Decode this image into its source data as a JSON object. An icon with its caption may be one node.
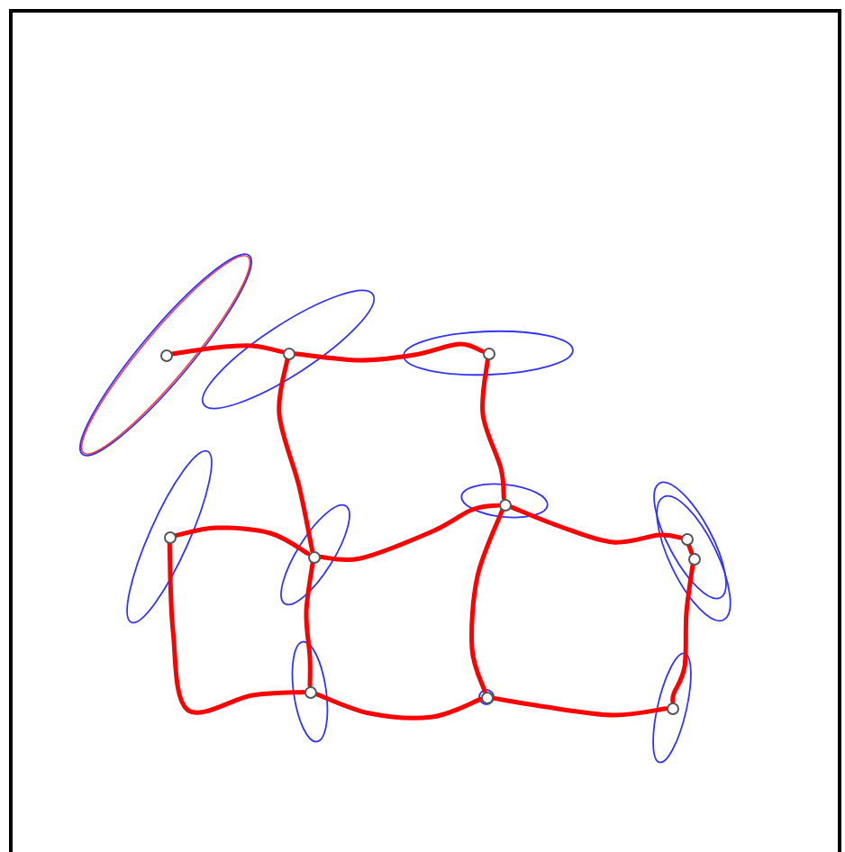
{
  "diagram": {
    "nodes": [
      {
        "text": [],
        "shape": "circle"
      },
      {
        "text": [],
        "shape": "circle"
      },
      {
        "text": [],
        "shape": "circle"
      },
      {
        "text": [],
        "shape": "circle"
      },
      {
        "text": [],
        "shape": "circle"
      },
      {
        "text": [],
        "shape": "circle"
      },
      {
        "text": [],
        "shape": "circle"
      },
      {
        "text": [],
        "shape": "circle"
      },
      {
        "text": [],
        "shape": "circle"
      },
      {
        "text": [],
        "shape": "circle"
      },
      {
        "text": [],
        "shape": "circle"
      }
    ],
    "edges": [
      {
        "from": 0,
        "to": 1,
        "arrow": "none"
      },
      {
        "from": 1,
        "to": 2,
        "arrow": "none"
      },
      {
        "from": 1,
        "to": 4,
        "arrow": "none"
      },
      {
        "from": 2,
        "to": 5,
        "arrow": "none"
      },
      {
        "from": 3,
        "to": 4,
        "arrow": "none"
      },
      {
        "from": 4,
        "to": 5,
        "arrow": "none"
      },
      {
        "from": 5,
        "to": 6,
        "arrow": "none"
      },
      {
        "from": 6,
        "to": 7,
        "arrow": "none"
      },
      {
        "from": 7,
        "to": 10,
        "arrow": "none"
      },
      {
        "from": 4,
        "to": 8,
        "arrow": "none"
      },
      {
        "from": 3,
        "to": 8,
        "arrow": "none"
      },
      {
        "from": 8,
        "to": 9,
        "arrow": "none"
      },
      {
        "from": 5,
        "to": 9,
        "arrow": "none"
      },
      {
        "from": 9,
        "to": 10,
        "arrow": "none"
      }
    ]
  }
}
